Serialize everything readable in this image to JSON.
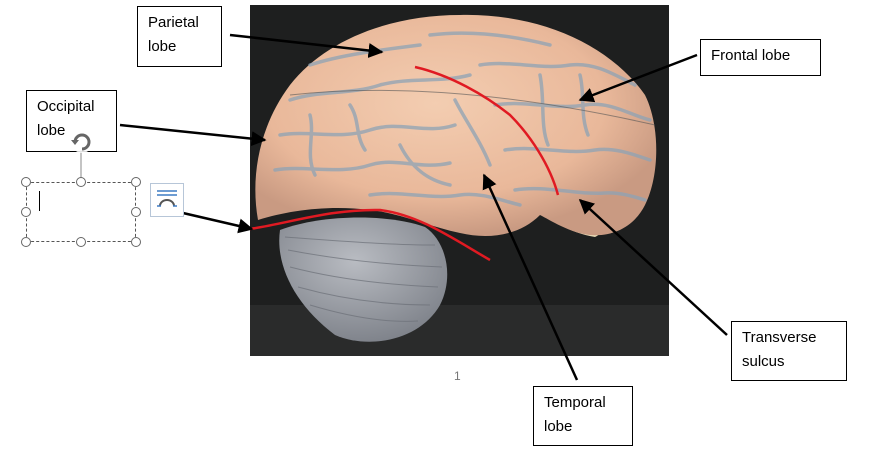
{
  "labels": {
    "parietal": [
      "Parietal",
      "lobe"
    ],
    "occipital": [
      "Occipital",
      "lobe"
    ],
    "frontal": [
      "Frontal lobe"
    ],
    "transverse": [
      "Transverse",
      "sulcus"
    ],
    "temporal": [
      "Temporal",
      "lobe"
    ]
  },
  "page": {
    "number": "1"
  },
  "icons": {
    "rotate": "rotate-handle-icon",
    "layout": "layout-options-icon"
  },
  "colors": {
    "sulcus_line": "#e01a22",
    "selection_handle": "#666666",
    "photo_background": "#1e1f1f"
  }
}
